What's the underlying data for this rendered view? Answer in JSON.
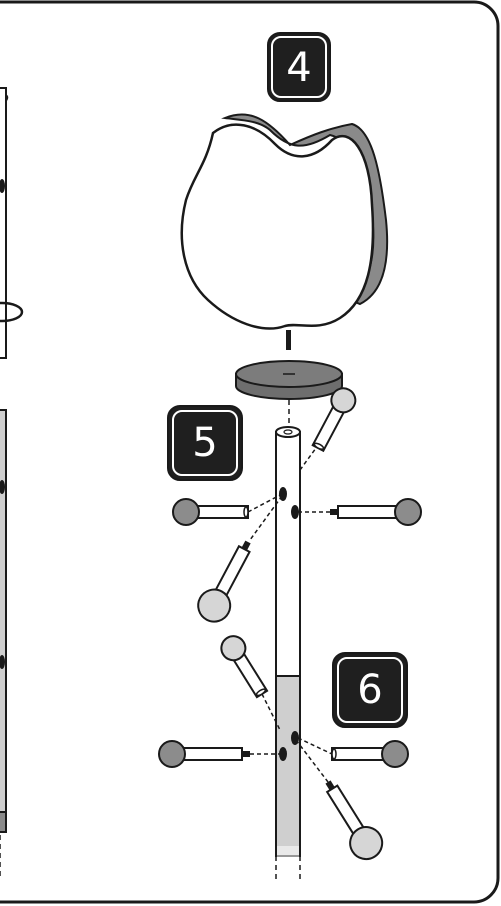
{
  "steps": [
    {
      "label": "4"
    },
    {
      "label": "5"
    },
    {
      "label": "6"
    }
  ],
  "colors": {
    "outline": "#1a1a1a",
    "badge_fill": "#1f1f1f",
    "pole_upper": "#ffffff",
    "pole_lower": "#cfcfcf",
    "knob_dark": "#8c8c8c",
    "knob_light": "#d6d6d6",
    "base_disc": "#6e6e6e",
    "cushion_edge": "#8a8a8a"
  }
}
